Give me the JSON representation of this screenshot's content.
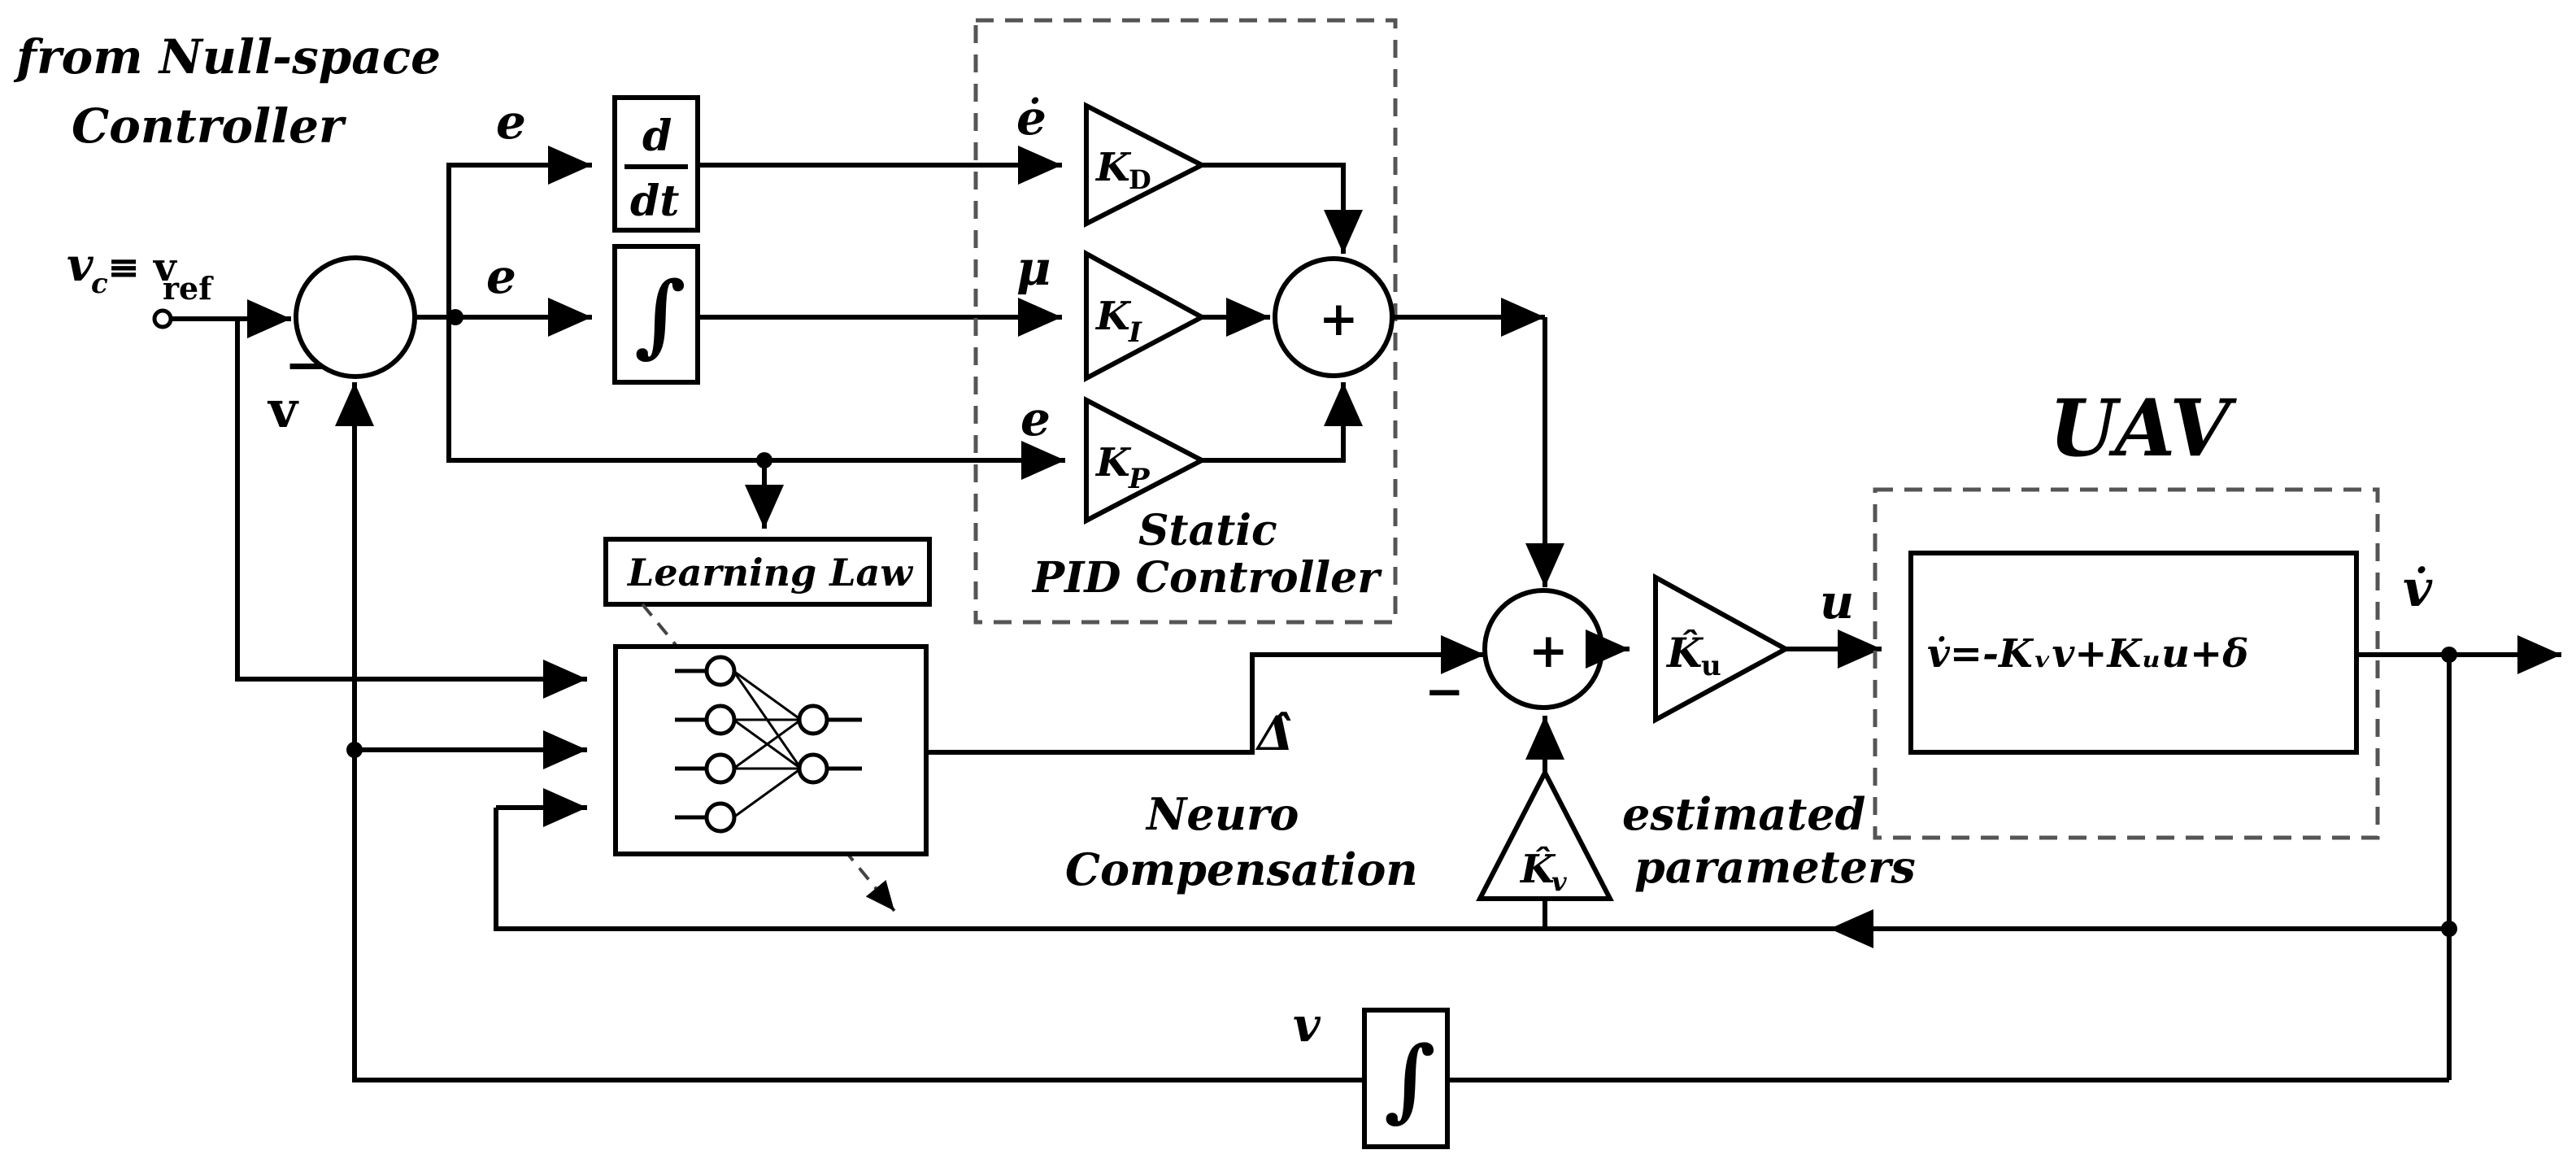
{
  "labels": {
    "source_line1": "from Null-space",
    "source_line2": "Controller",
    "input_vc": "v",
    "input_vc_sub": "c",
    "input_equiv": "≡ v",
    "input_ref_sub": "ref",
    "minus_sign": "−",
    "feedback_v": "v",
    "e_top": "e",
    "e_mid": "e",
    "e_low": "e",
    "edot": "ė",
    "mu": "μ",
    "deriv_num": "d",
    "deriv_den": "dt",
    "integral": "∫",
    "kd": "K",
    "kd_sub": "D",
    "ki": "K",
    "ki_sub": "I",
    "kp": "K",
    "kp_sub": "P",
    "sum_plus": "+",
    "pid_title1": "Static",
    "pid_title2": "PID Controller",
    "learning_law": "Learning Law",
    "delta_hat": "Δ̂",
    "sum2_minus": "−",
    "ku_hat": "K̂",
    "ku_sub": "u",
    "u_label": "u",
    "uav_title": "UAV",
    "plant_eq": "v̇=-K",
    "plant_eq_full": "v̇=-Kᵥv+Kᵤu+δ",
    "vdot_out": "v̇",
    "neuro1": "Neuro",
    "neuro2": "Compensation",
    "kv_hat": "K̂",
    "kv_sub": "v",
    "est1": "estimated",
    "est2": "parameters",
    "v_bottom": "v",
    "integral_bottom": "∫"
  }
}
